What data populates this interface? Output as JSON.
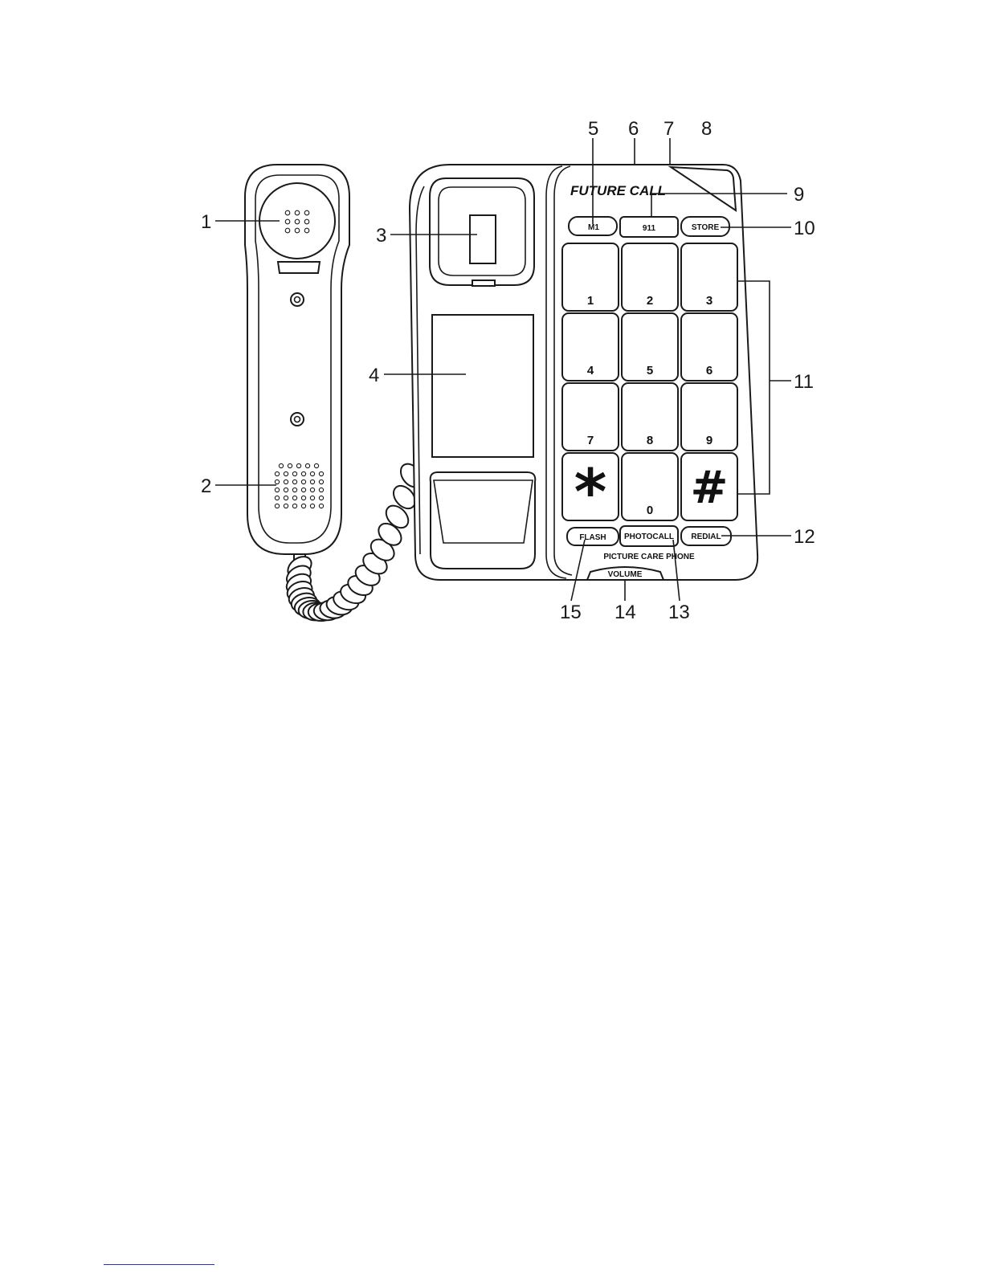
{
  "device": {
    "brand": "FUTURE CALL",
    "model": "PICTURE CARE PHONE"
  },
  "keypad": {
    "keys": [
      "1",
      "2",
      "3",
      "4",
      "5",
      "6",
      "7",
      "8",
      "9",
      "*",
      "0",
      "#"
    ]
  },
  "function_buttons": {
    "m1": "M1",
    "emergency": "911",
    "store": "STORE",
    "flash": "FLASH",
    "photocall": "PHOTOCALL",
    "redial": "REDIAL",
    "volume": "VOLUME"
  },
  "callouts": [
    "1",
    "2",
    "3",
    "4",
    "5",
    "6",
    "7",
    "8",
    "9",
    "10",
    "11",
    "12",
    "13",
    "14",
    "15"
  ]
}
